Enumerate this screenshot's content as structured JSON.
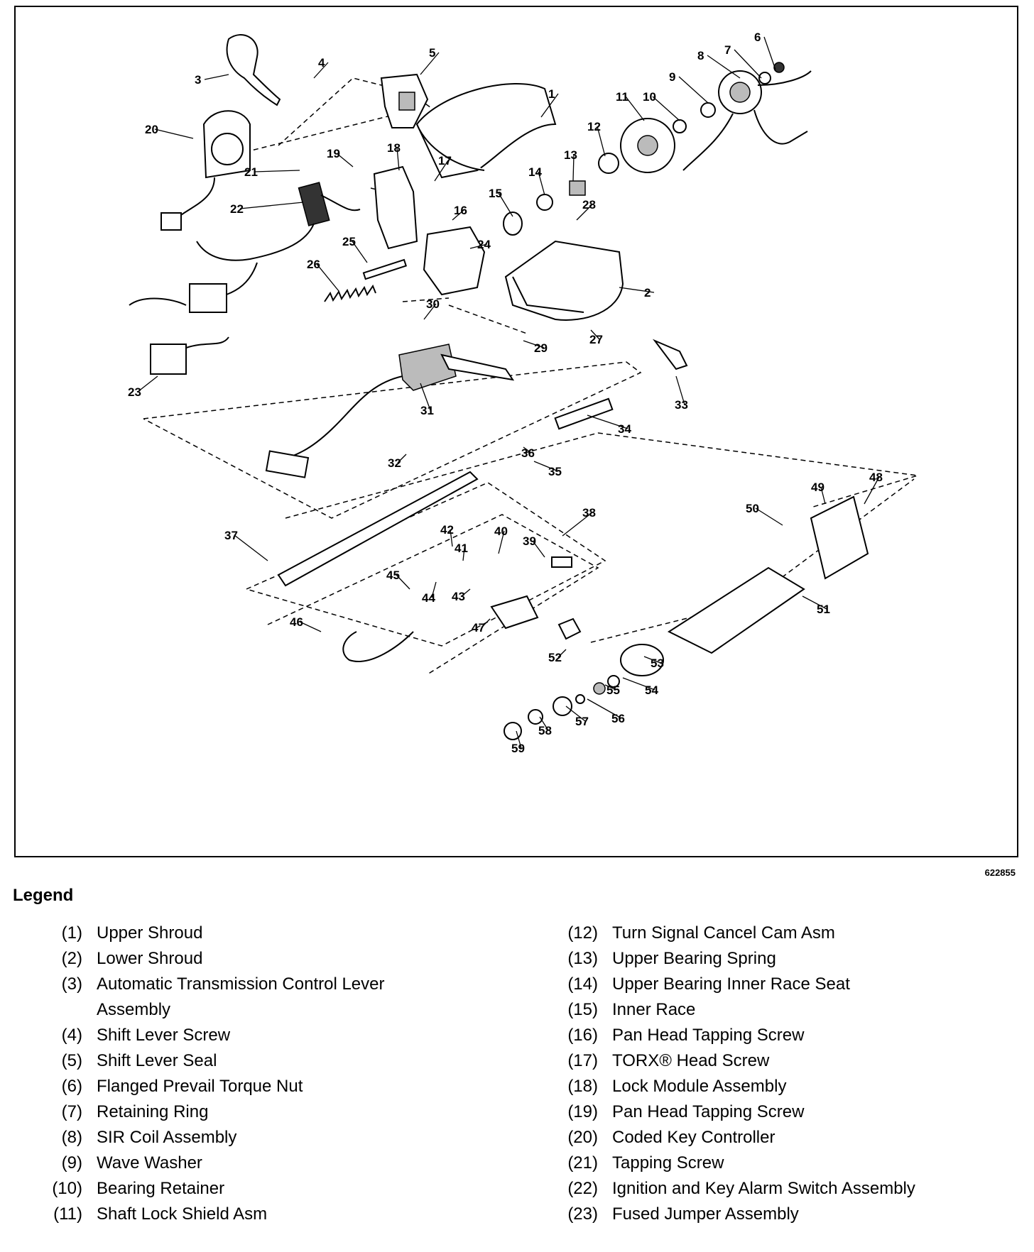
{
  "figure": {
    "code": "622855",
    "callouts": [
      "1",
      "2",
      "3",
      "4",
      "5",
      "6",
      "7",
      "8",
      "9",
      "10",
      "11",
      "12",
      "13",
      "14",
      "15",
      "16",
      "17",
      "18",
      "19",
      "20",
      "21",
      "22",
      "23",
      "24",
      "25",
      "26",
      "27",
      "28",
      "29",
      "30",
      "31",
      "32",
      "33",
      "34",
      "35",
      "36",
      "37",
      "38",
      "39",
      "40",
      "41",
      "42",
      "43",
      "44",
      "45",
      "46",
      "47",
      "48",
      "49",
      "50",
      "51",
      "52",
      "53",
      "54",
      "55",
      "56",
      "57",
      "58",
      "59"
    ]
  },
  "legend": {
    "heading": "Legend",
    "left": [
      {
        "num": "(1)",
        "label": "Upper Shroud"
      },
      {
        "num": "(2)",
        "label": "Lower Shroud"
      },
      {
        "num": "(3)",
        "label": "Automatic Transmission Control Lever Assembly"
      },
      {
        "num": "(4)",
        "label": "Shift Lever Screw"
      },
      {
        "num": "(5)",
        "label": "Shift Lever Seal"
      },
      {
        "num": "(6)",
        "label": "Flanged Prevail Torque Nut"
      },
      {
        "num": "(7)",
        "label": "Retaining Ring"
      },
      {
        "num": "(8)",
        "label": "SIR Coil Assembly"
      },
      {
        "num": "(9)",
        "label": "Wave Washer"
      },
      {
        "num": "(10)",
        "label": "Bearing Retainer"
      },
      {
        "num": "(11)",
        "label": "Shaft Lock Shield Asm"
      }
    ],
    "right": [
      {
        "num": "(12)",
        "label": "Turn Signal Cancel Cam Asm"
      },
      {
        "num": "(13)",
        "label": "Upper Bearing Spring"
      },
      {
        "num": "(14)",
        "label": "Upper Bearing Inner Race Seat"
      },
      {
        "num": "(15)",
        "label": "Inner Race"
      },
      {
        "num": "(16)",
        "label": "Pan Head Tapping Screw"
      },
      {
        "num": "(17)",
        "label": "TORX® Head Screw"
      },
      {
        "num": "(18)",
        "label": "Lock Module Assembly"
      },
      {
        "num": "(19)",
        "label": "Pan Head Tapping Screw"
      },
      {
        "num": "(20)",
        "label": "Coded Key Controller"
      },
      {
        "num": "(21)",
        "label": "Tapping Screw"
      },
      {
        "num": "(22)",
        "label": "Ignition and Key Alarm Switch Assembly"
      },
      {
        "num": "(23)",
        "label": "Fused Jumper Assembly"
      }
    ]
  }
}
